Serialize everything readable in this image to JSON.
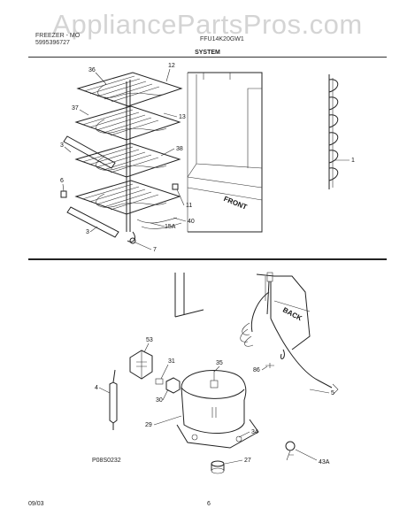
{
  "watermark": "AppliancePartsPros.com",
  "header": {
    "left_line1": "FREEZER - MO",
    "left_line2": "5995396727",
    "center": "FFU14K20GW1",
    "section_title": "SYSTEM"
  },
  "diagram_code": "P08S0232",
  "footer": {
    "date": "09/03",
    "page": "6"
  },
  "labels": {
    "front": "FRONT",
    "back": "BACK"
  },
  "callouts": {
    "c36": "36",
    "c12": "12",
    "c37": "37",
    "c13": "13",
    "c3a": "3",
    "c38": "38",
    "c1": "1",
    "c6": "6",
    "c11": "11",
    "c40": "40",
    "c15a": "15A",
    "c3b": "3",
    "c7": "7",
    "c53": "53",
    "c31": "31",
    "c35": "35",
    "c86": "86",
    "c4": "4",
    "c30": "30",
    "c5": "5",
    "c29": "29",
    "c34": "34",
    "c27": "27",
    "c43a": "43A"
  }
}
